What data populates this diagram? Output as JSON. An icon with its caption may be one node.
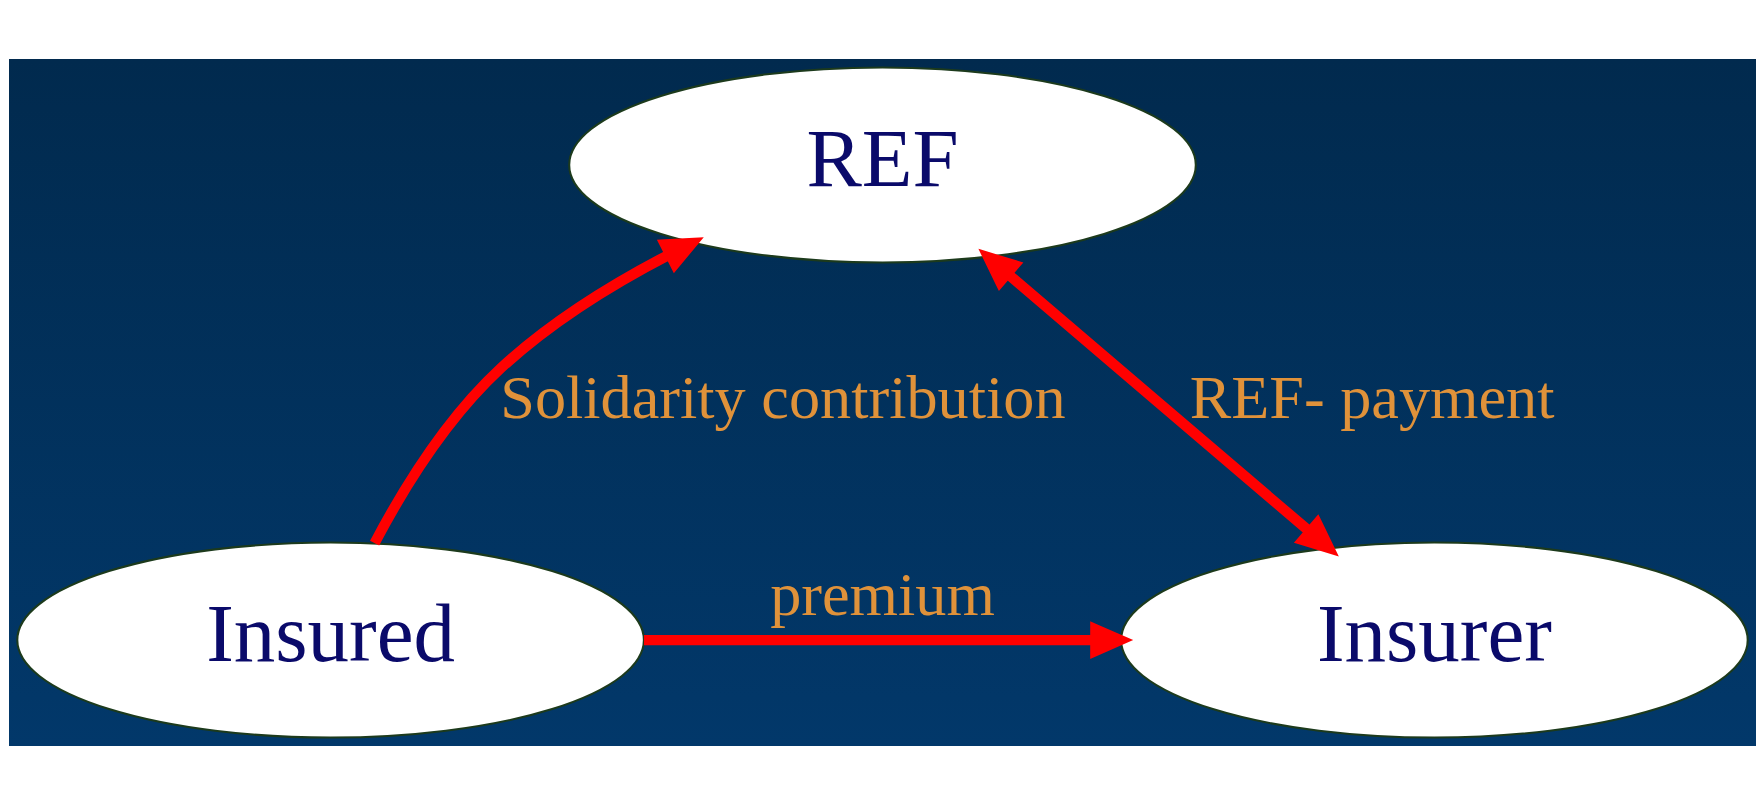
{
  "diagram": {
    "nodes": [
      {
        "text": [
          "REF"
        ]
      },
      {
        "text": [
          "Insured"
        ]
      },
      {
        "text": [
          "Insurer"
        ]
      }
    ],
    "edges": [
      {
        "from": 1,
        "to": 0,
        "arrow": "to",
        "label": "Solidarity contribution"
      },
      {
        "from": 0,
        "to": 2,
        "arrow": "both",
        "label": "REF- payment"
      },
      {
        "from": 1,
        "to": 2,
        "arrow": "to",
        "label": "premium"
      }
    ]
  }
}
